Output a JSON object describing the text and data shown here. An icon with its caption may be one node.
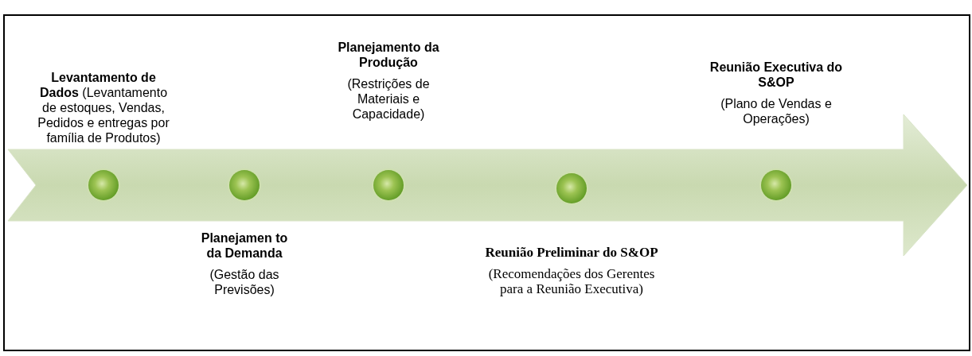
{
  "diagram": {
    "nodes": [
      {
        "text": [],
        "shape": "circle",
        "beside": [
          "**Levantamento de Dados** (Levantamento de estoques, Vendas, Pedidos e entregas por família de Produtos)"
        ]
      },
      {
        "text": [],
        "shape": "circle",
        "beside": [
          "Planejamen to da Demanda",
          "(Gestão das Previsões)"
        ]
      },
      {
        "text": [],
        "shape": "circle",
        "beside": [
          "Planejamento da Produção",
          "(Restrições de Materiais e Capacidade)"
        ]
      },
      {
        "text": [],
        "shape": "circle",
        "beside": [
          "Reunião Preliminar do S&OP",
          "(Recomendações dos Gerentes para a Reunião Executiva)"
        ]
      },
      {
        "text": [],
        "shape": "circle",
        "beside": [
          "Reunião Executiva do S&OP",
          "(Plano de Vendas e Operações)"
        ]
      }
    ],
    "edges": []
  }
}
